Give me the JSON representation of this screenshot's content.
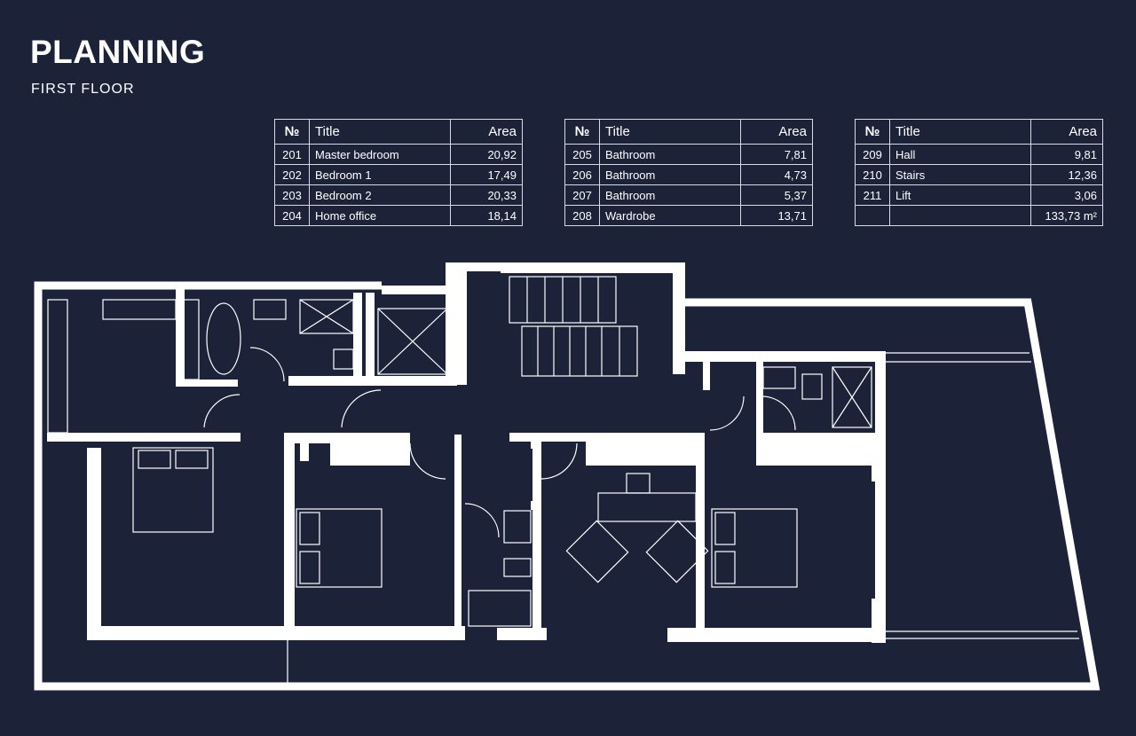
{
  "header": {
    "title": "PLANNING",
    "subtitle": "FIRST FLOOR"
  },
  "table_headers": {
    "number": "№",
    "title": "Title",
    "area": "Area"
  },
  "tables": [
    {
      "rows": [
        {
          "number": "201",
          "title": "Master bedroom",
          "area": "20,92"
        },
        {
          "number": "202",
          "title": "Bedroom 1",
          "area": "17,49"
        },
        {
          "number": "203",
          "title": "Bedroom 2",
          "area": "20,33"
        },
        {
          "number": "204",
          "title": "Home office",
          "area": "18,14"
        }
      ]
    },
    {
      "rows": [
        {
          "number": "205",
          "title": "Bathroom",
          "area": "7,81"
        },
        {
          "number": "206",
          "title": "Bathroom",
          "area": "4,73"
        },
        {
          "number": "207",
          "title": "Bathroom",
          "area": "5,37"
        },
        {
          "number": "208",
          "title": "Wardrobe",
          "area": "13,71"
        }
      ]
    },
    {
      "rows": [
        {
          "number": "209",
          "title": "Hall",
          "area": "9,81"
        },
        {
          "number": "210",
          "title": "Stairs",
          "area": "12,36"
        },
        {
          "number": "211",
          "title": "Lift",
          "area": "3,06"
        },
        {
          "number": "",
          "title": "",
          "area": "133,73 m²"
        }
      ]
    }
  ],
  "colors": {
    "background": "#1c2338",
    "lines": "#ffffff"
  }
}
